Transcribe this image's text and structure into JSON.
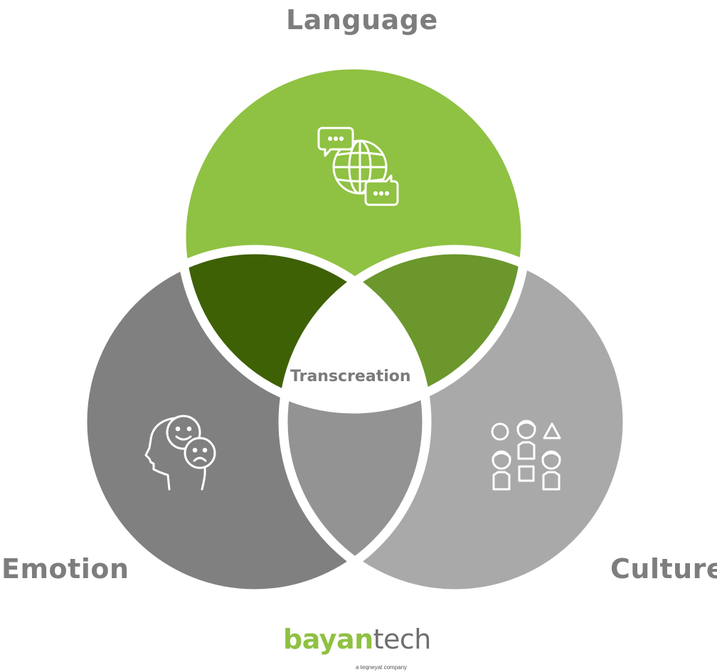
{
  "diagram": {
    "circles": [
      {
        "key": "language",
        "label": "Language",
        "icon": "globe-chat-icon",
        "color": "#8fc142"
      },
      {
        "key": "emotion",
        "label": "Emotion",
        "icon": "head-emotions-icon",
        "color": "#808080"
      },
      {
        "key": "culture",
        "label": "Culture",
        "icon": "people-shapes-icon",
        "color": "#a9a9a9"
      }
    ],
    "intersections": {
      "language_emotion": "#3e6106",
      "language_culture": "#6b972d",
      "emotion_culture": "#939393"
    },
    "center_label": "Transcreation",
    "label_color": "#7d7d7d"
  },
  "brand": {
    "name_part1": "bayan",
    "name_part2": "tech",
    "part1_color": "#8fc142",
    "part2_color": "#6e6e6e",
    "tagline": "a teqneyat company"
  }
}
